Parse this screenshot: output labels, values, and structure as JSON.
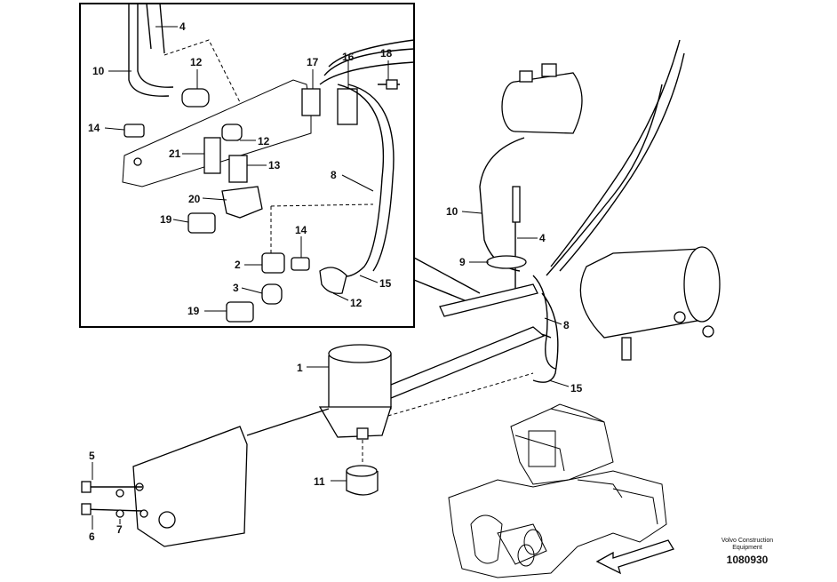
{
  "labels": {
    "inset": [
      {
        "id": "4",
        "text": "4"
      },
      {
        "id": "10",
        "text": "10"
      },
      {
        "id": "12a",
        "text": "12"
      },
      {
        "id": "17",
        "text": "17"
      },
      {
        "id": "16",
        "text": "16"
      },
      {
        "id": "18",
        "text": "18"
      },
      {
        "id": "14a",
        "text": "14"
      },
      {
        "id": "21",
        "text": "21"
      },
      {
        "id": "12b",
        "text": "12"
      },
      {
        "id": "13",
        "text": "13"
      },
      {
        "id": "8",
        "text": "8"
      },
      {
        "id": "20",
        "text": "20"
      },
      {
        "id": "19a",
        "text": "19"
      },
      {
        "id": "14b",
        "text": "14"
      },
      {
        "id": "2",
        "text": "2"
      },
      {
        "id": "15",
        "text": "15"
      },
      {
        "id": "3",
        "text": "3"
      },
      {
        "id": "12c",
        "text": "12"
      },
      {
        "id": "19b",
        "text": "19"
      }
    ],
    "main": [
      {
        "id": "10",
        "text": "10"
      },
      {
        "id": "4",
        "text": "4"
      },
      {
        "id": "9",
        "text": "9"
      },
      {
        "id": "8",
        "text": "8"
      },
      {
        "id": "1",
        "text": "1"
      },
      {
        "id": "15",
        "text": "15"
      },
      {
        "id": "5",
        "text": "5"
      },
      {
        "id": "11",
        "text": "11"
      },
      {
        "id": "7",
        "text": "7"
      },
      {
        "id": "6",
        "text": "6"
      }
    ]
  },
  "footer": {
    "brand_line1": "Volvo Construction",
    "brand_line2": "Equipment",
    "doc_id": "1080930"
  }
}
